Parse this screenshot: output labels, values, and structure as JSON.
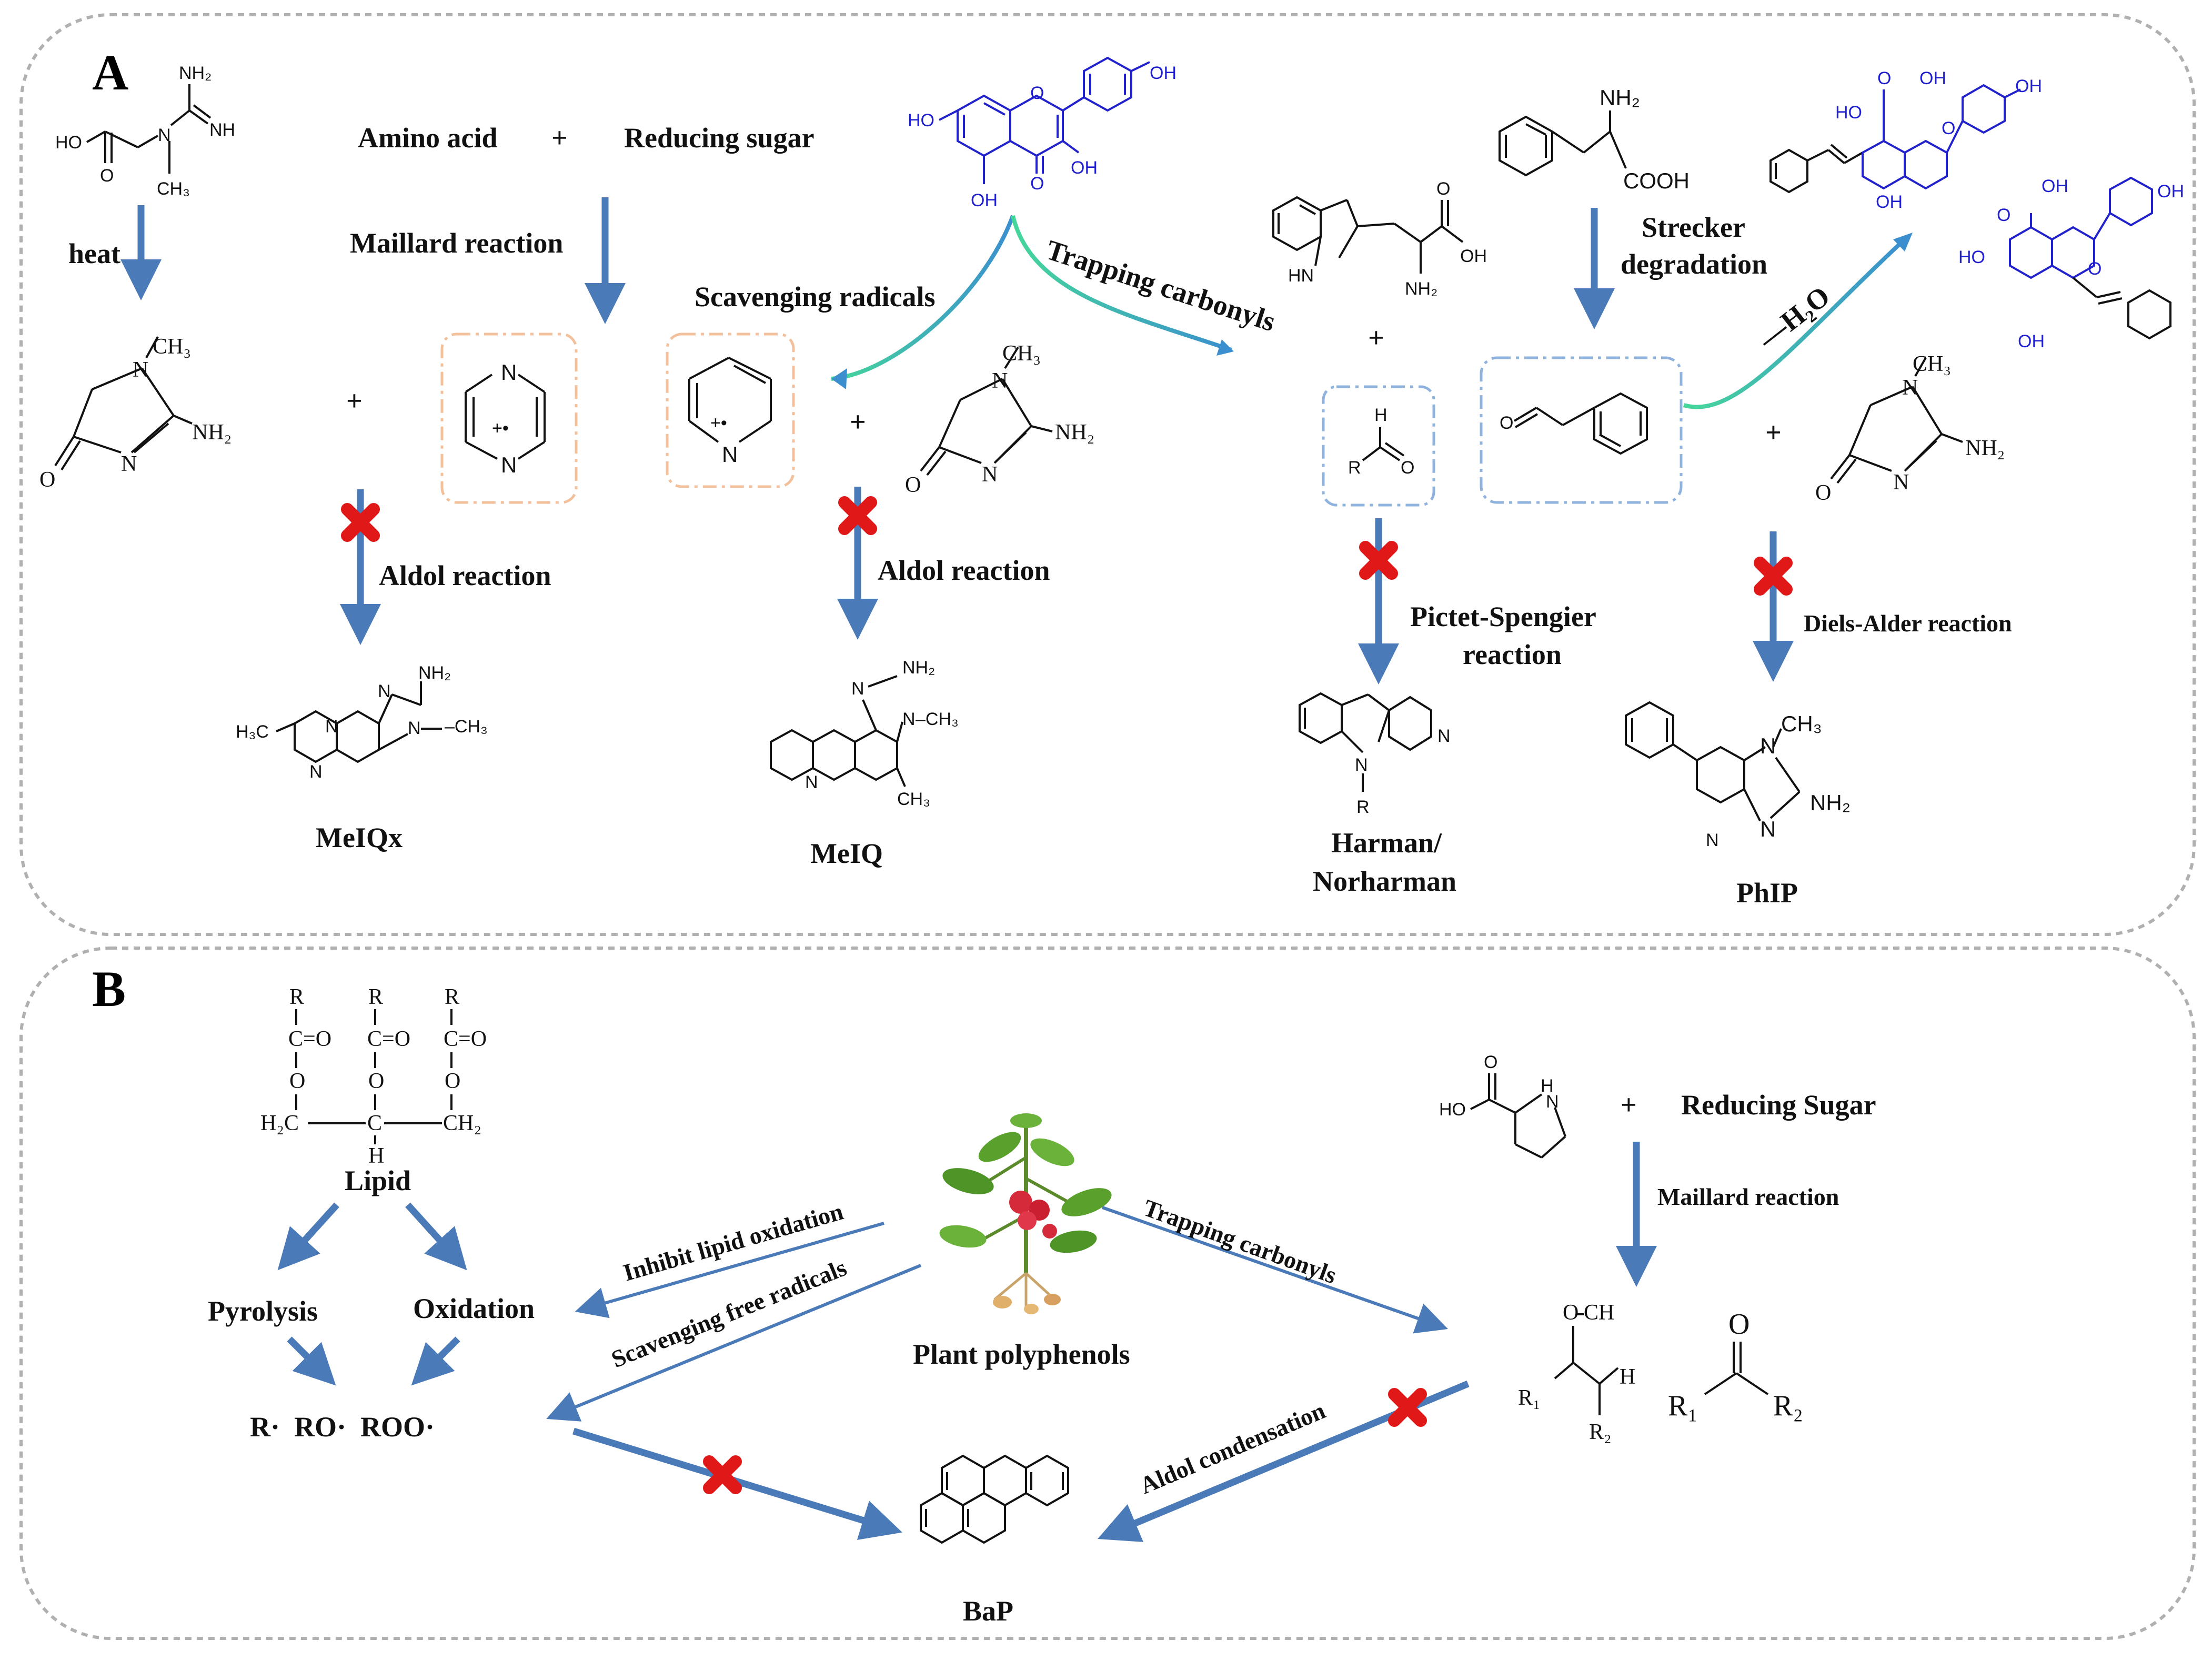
{
  "panel_a": {
    "letter": "A",
    "heat": "heat",
    "amino_acid": "Amino acid",
    "plus": "+",
    "reducing_sugar": "Reducing sugar",
    "maillard": "Maillard reaction",
    "scavenging": "Scavenging radicals",
    "trapping": "Trapping carbonyls",
    "strecker_1": "Strecker",
    "strecker_2": "degradation",
    "minus_h2o": "—H₂O",
    "aldol_1": "Aldol reaction",
    "aldol_2": "Aldol reaction",
    "pictet_1": "Pictet-Spengier",
    "pictet_2": "reaction",
    "diels": "Diels-Alder reaction",
    "meiqx": "MeIQx",
    "meiq": "MeIQ",
    "harman_1": "Harman/",
    "harman_2": "Norharman",
    "phip": "PhIP"
  },
  "panel_b": {
    "letter": "B",
    "lipid": "Lipid",
    "pyrolysis": "Pyrolysis",
    "oxidation": "Oxidation",
    "radicals": "R·  RO·  ROO·",
    "inhibit": "Inhibit lipid oxidation",
    "scavenging_free": "Scavenging free radicals",
    "plant_polyphenols": "Plant polyphenols",
    "trapping": "Trapping carbonyls",
    "reducing_sugar": "Reducing Sugar",
    "maillard": "Maillard reaction",
    "aldol_condensation": "Aldol condensation",
    "bap": "BaP",
    "plus": "+"
  },
  "colors": {
    "arrow": "#4a7ab8",
    "green_arrow": "#3fcf9a",
    "x_mark": "#e01818",
    "flavonoid": "#1f1fd0",
    "orange_box": "#f2c09a",
    "blue_box": "#8fb3dd"
  }
}
